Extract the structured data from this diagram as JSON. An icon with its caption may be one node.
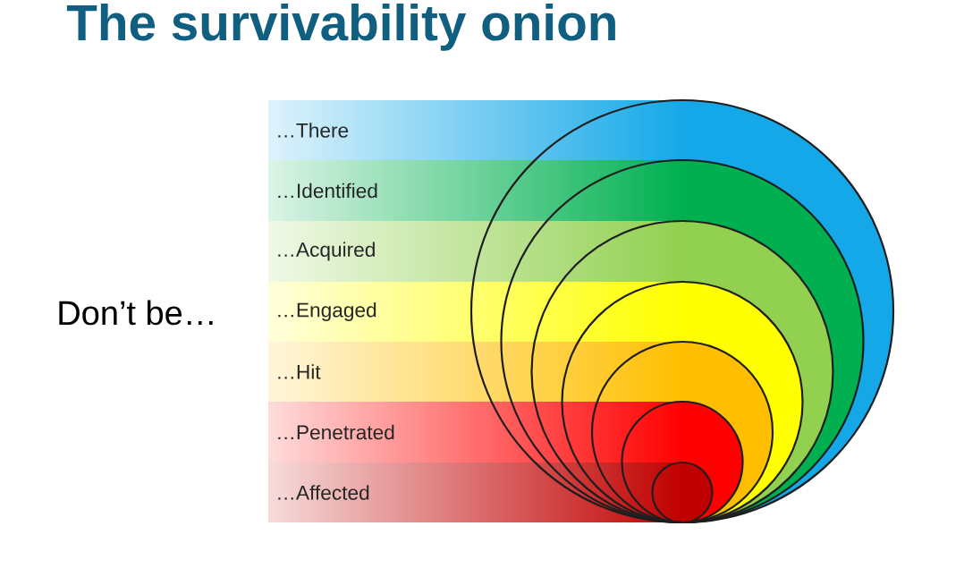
{
  "diagram": {
    "title": "The survivability onion",
    "nodes": [
      {
        "text": [
          "…There"
        ]
      },
      {
        "text": [
          "…Identified"
        ]
      },
      {
        "text": [
          "…Acquired"
        ]
      },
      {
        "text": [
          "…Engaged"
        ]
      },
      {
        "text": [
          "…Hit"
        ]
      },
      {
        "text": [
          "…Penetrated"
        ]
      },
      {
        "text": [
          "…Affected"
        ]
      }
    ],
    "labels": [
      "Don’t be…"
    ]
  }
}
